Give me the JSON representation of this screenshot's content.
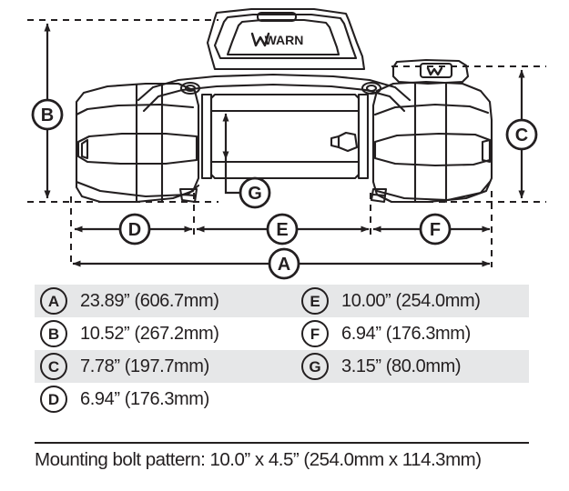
{
  "diagram": {
    "product_logo": "WARN",
    "end_cap_logo": "W",
    "dimension_markers": [
      {
        "letter": "A",
        "name": "overall-width"
      },
      {
        "letter": "B",
        "name": "overall-height-left"
      },
      {
        "letter": "C",
        "name": "height-right"
      },
      {
        "letter": "D",
        "name": "left-segment-width"
      },
      {
        "letter": "E",
        "name": "center-segment-width"
      },
      {
        "letter": "F",
        "name": "right-segment-width"
      },
      {
        "letter": "G",
        "name": "drum-diameter"
      }
    ]
  },
  "spec_table": {
    "rows": [
      {
        "left": {
          "letter": "A",
          "value": "23.89” (606.7mm)"
        },
        "right": {
          "letter": "E",
          "value": "10.00” (254.0mm)"
        },
        "shaded": true
      },
      {
        "left": {
          "letter": "B",
          "value": "10.52” (267.2mm)"
        },
        "right": {
          "letter": "F",
          "value": "6.94” (176.3mm)"
        },
        "shaded": false
      },
      {
        "left": {
          "letter": "C",
          "value": "7.78” (197.7mm)"
        },
        "right": {
          "letter": "G",
          "value": "3.15” (80.0mm)"
        },
        "shaded": true
      },
      {
        "left": {
          "letter": "D",
          "value": "6.94” (176.3mm)"
        },
        "right": {
          "letter": "",
          "value": ""
        },
        "shaded": false
      }
    ]
  },
  "footnote": {
    "text": "Mounting bolt pattern: 10.0” x 4.5” (254.0mm x 114.3mm)"
  },
  "colors": {
    "line": "#231f20",
    "shade": "#e6e7e8",
    "background": "#ffffff"
  }
}
